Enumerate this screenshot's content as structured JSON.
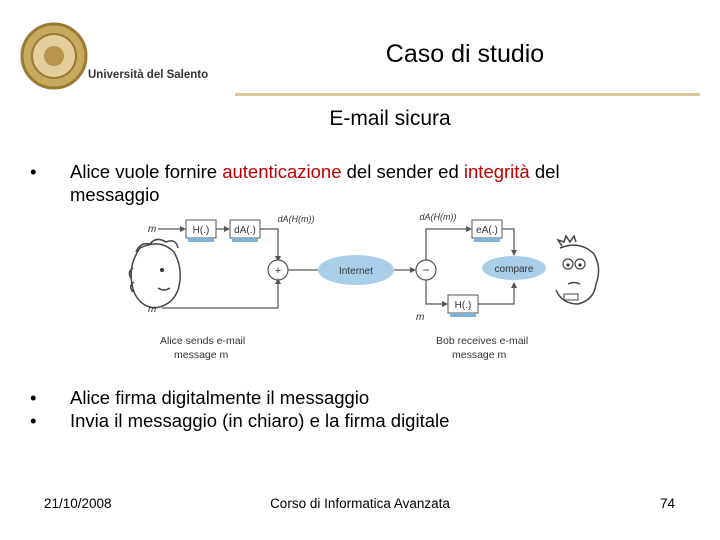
{
  "header": {
    "university": "Università del Salento",
    "title": "Caso di studio",
    "subtitle": "E-mail sicura"
  },
  "bullets_top": [
    {
      "parts": [
        "Alice vuole fornire ",
        "autenticazione",
        " del sender ed ",
        "integrità",
        " del messaggio"
      ]
    }
  ],
  "diagram": {
    "m_in": "m",
    "hash_box": "H(.)",
    "sign_box": "dA(.)",
    "signed_label": "dA(H(m))",
    "plus": "+",
    "internet": "Internet",
    "minus": "−",
    "m_bottom_left": "m",
    "m_bottom_right": "m",
    "signed_label_right": "dA(H(m))",
    "verify_box": "eA(.)",
    "compare": "compare",
    "hash_box_right": "H(.)",
    "alice_caption_1": "Alice sends e-mail",
    "alice_caption_2": "message m",
    "bob_caption_1": "Bob receives e-mail",
    "bob_caption_2": "message m"
  },
  "bullets_bottom": [
    "Alice firma digitalmente il messaggio",
    "Invia il messaggio (in chiaro) e la firma digitale"
  ],
  "footer": {
    "date": "21/10/2008",
    "course": "Corso di Informatica Avanzata",
    "page": "74"
  },
  "colors": {
    "highlight": "#c00000",
    "rule": "#d9c69a",
    "logo_gold": "#b9954a",
    "diagram_blue": "#7fb3d5"
  }
}
